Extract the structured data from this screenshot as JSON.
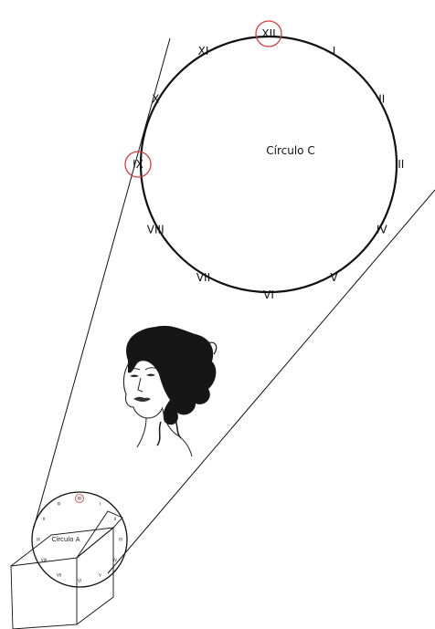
{
  "circle_c": {
    "label": "Círculo C",
    "numerals": [
      "XII",
      "I",
      "II",
      "III",
      "IV",
      "V",
      "VI",
      "VII",
      "VIII",
      "IX",
      "X",
      "XI"
    ],
    "highlighted": [
      "XII",
      "IX"
    ]
  },
  "circle_a": {
    "label": "Círculo A",
    "numerals": [
      "XII",
      "I",
      "II",
      "III",
      "IV",
      "V",
      "VI",
      "VII",
      "VIII",
      "IX",
      "X",
      "XI"
    ],
    "highlighted": [
      "XII"
    ]
  },
  "colors": {
    "stroke": "#111111",
    "highlight": "#d83a3a",
    "background": "#ffffff"
  },
  "figure": "woman-face-sketch"
}
